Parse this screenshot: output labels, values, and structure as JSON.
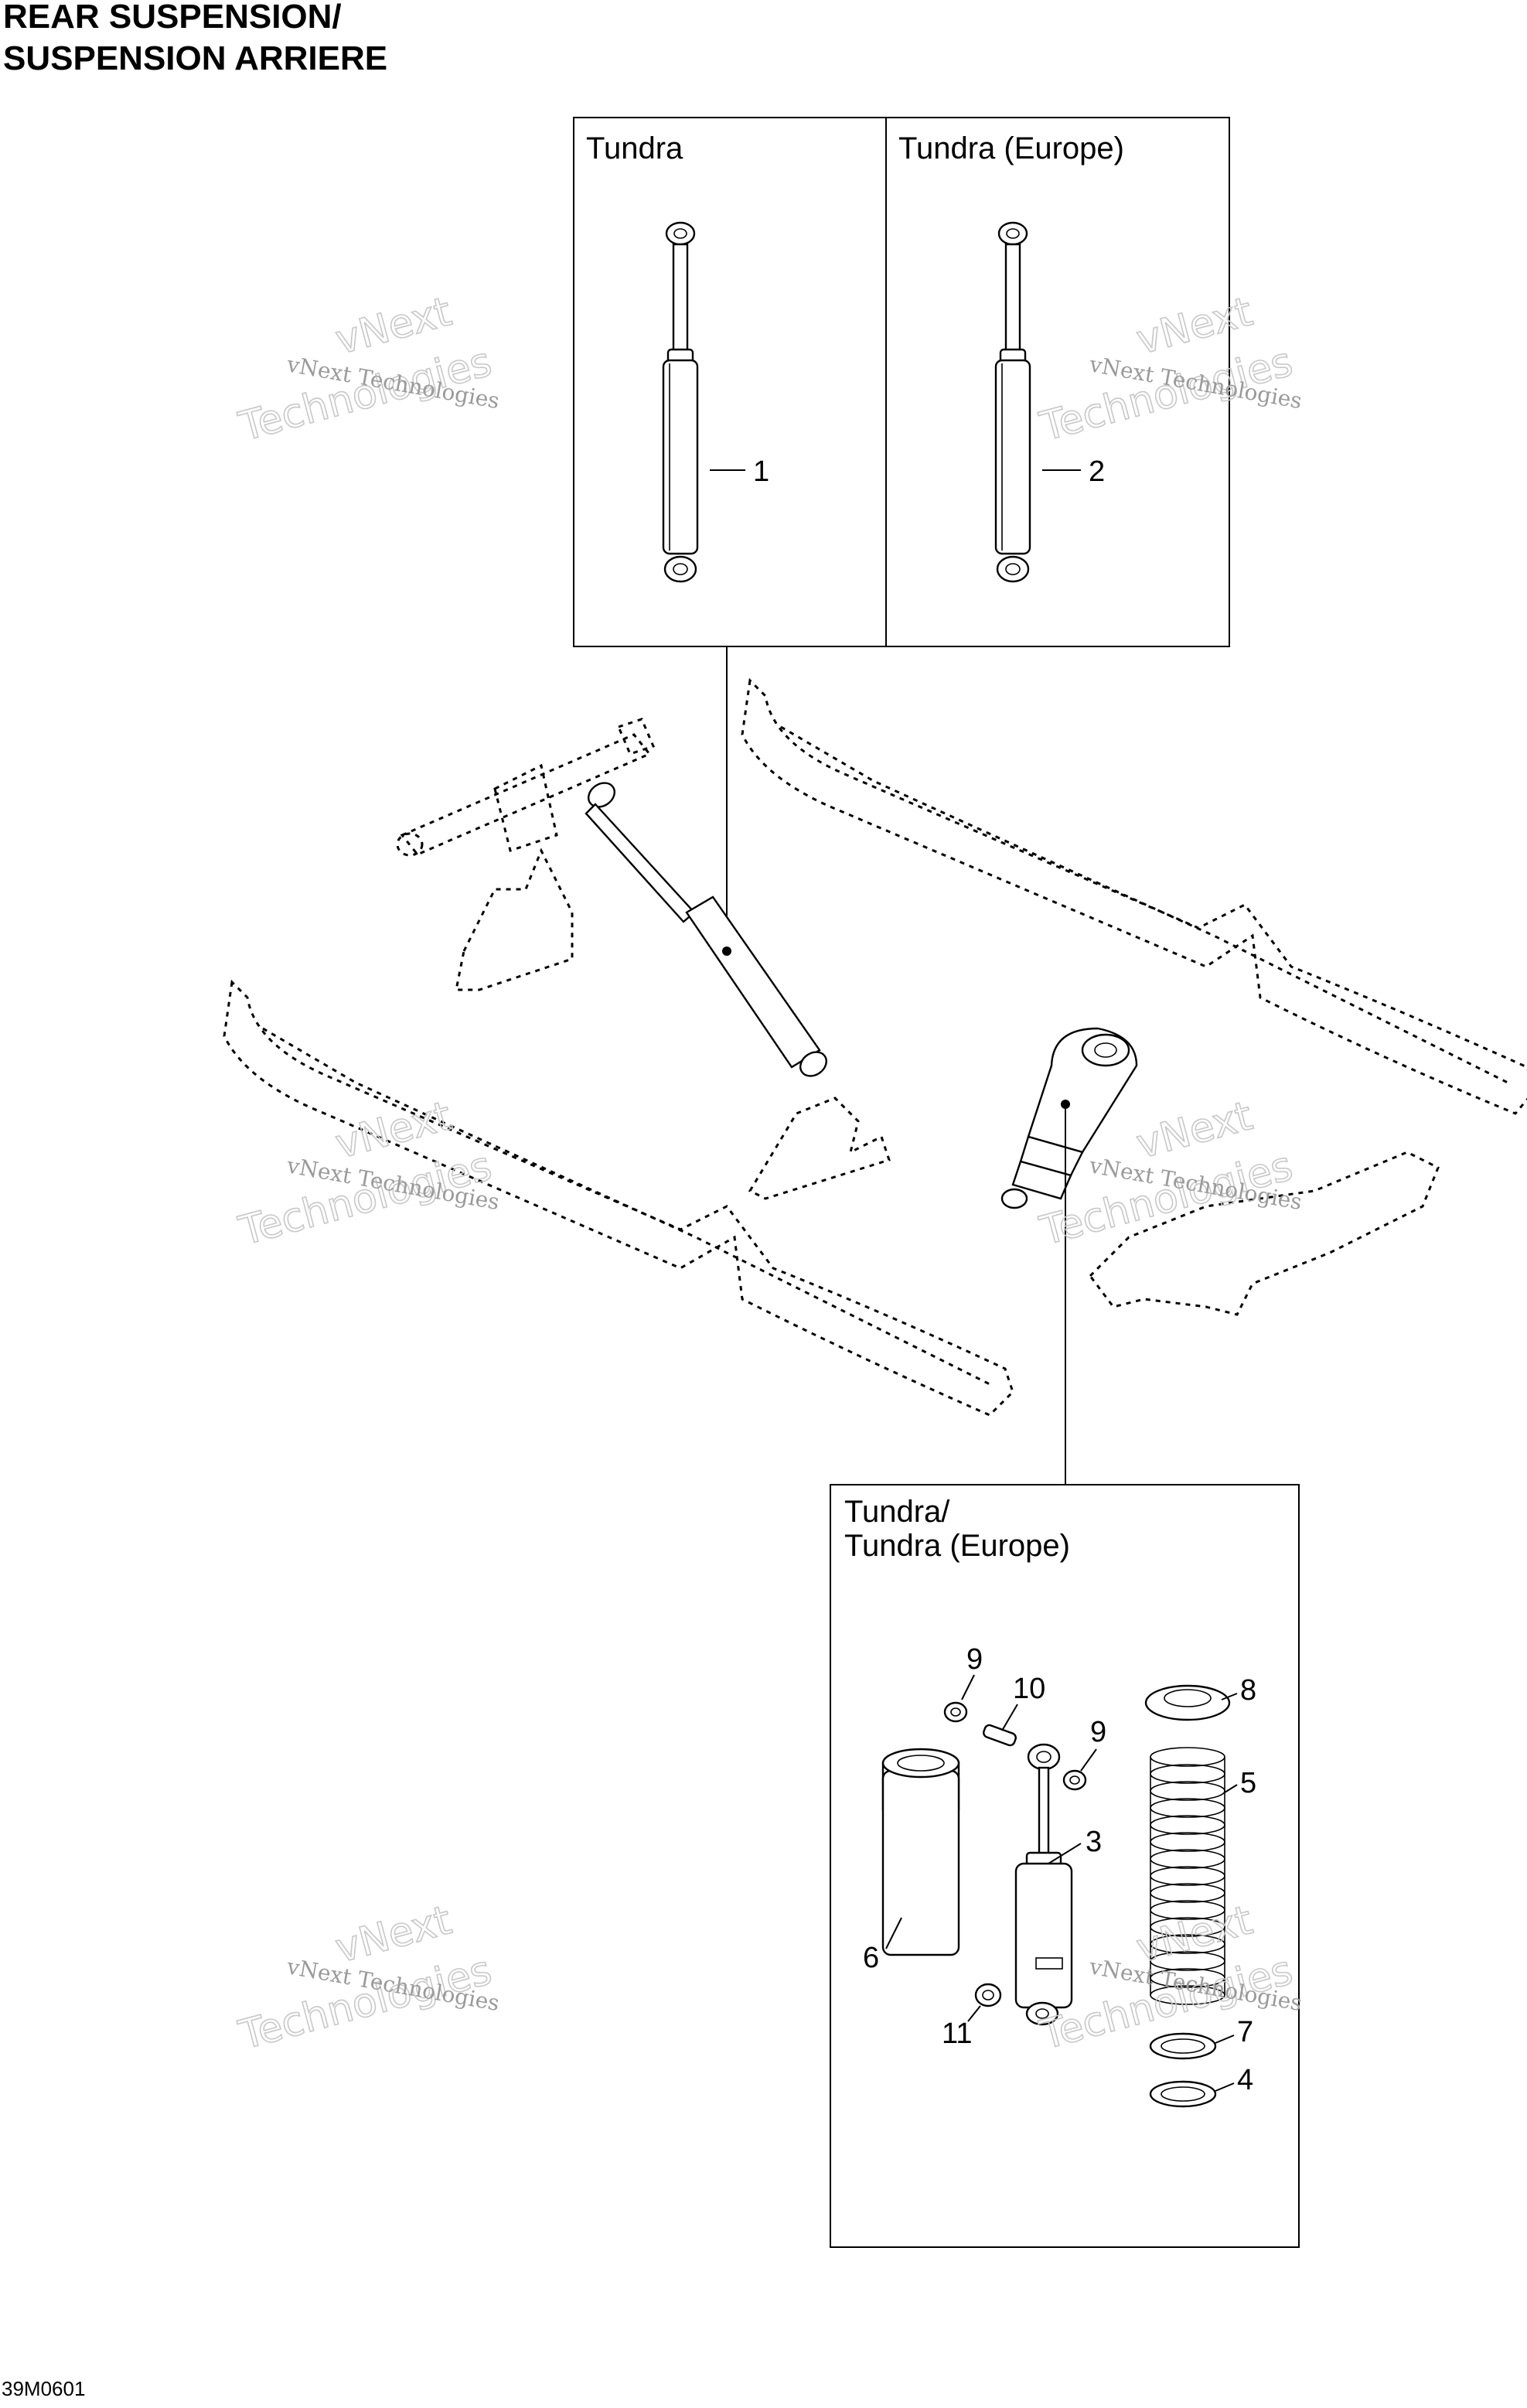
{
  "title": {
    "line1": "REAR SUSPENSION/",
    "line2": "SUSPENSION ARRIERE"
  },
  "figure_code": "39M0601",
  "boxes": {
    "tundra": {
      "label": "Tundra"
    },
    "tundra_europe": {
      "label": "Tundra (Europe)"
    },
    "detail": {
      "label_line1": "Tundra/",
      "label_line2": "Tundra (Europe)"
    }
  },
  "callouts": {
    "c1": "1",
    "c2": "2",
    "c3": "3",
    "c4": "4",
    "c5": "5",
    "c6": "6",
    "c7": "7",
    "c8": "8",
    "c9a": "9",
    "c9b": "9",
    "c10": "10",
    "c11": "11"
  },
  "watermark": {
    "line1": "vNext",
    "line2": "Technologies",
    "small": "vNext Technologies"
  }
}
